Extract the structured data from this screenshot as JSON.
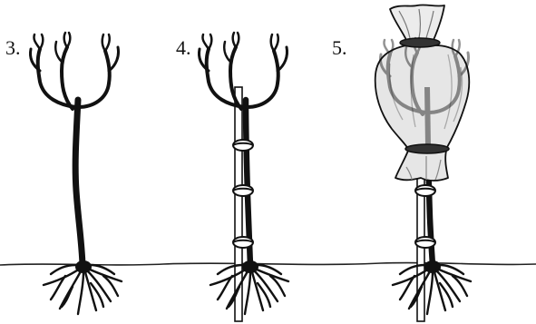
{
  "steps": [
    {
      "label": "3."
    },
    {
      "label": "4."
    },
    {
      "label": "5."
    }
  ],
  "colors": {
    "ink": "#111111",
    "stake": "#ffffff",
    "bag_fill": "#e6e6e6",
    "bag_shade": "#bdbdbd"
  }
}
